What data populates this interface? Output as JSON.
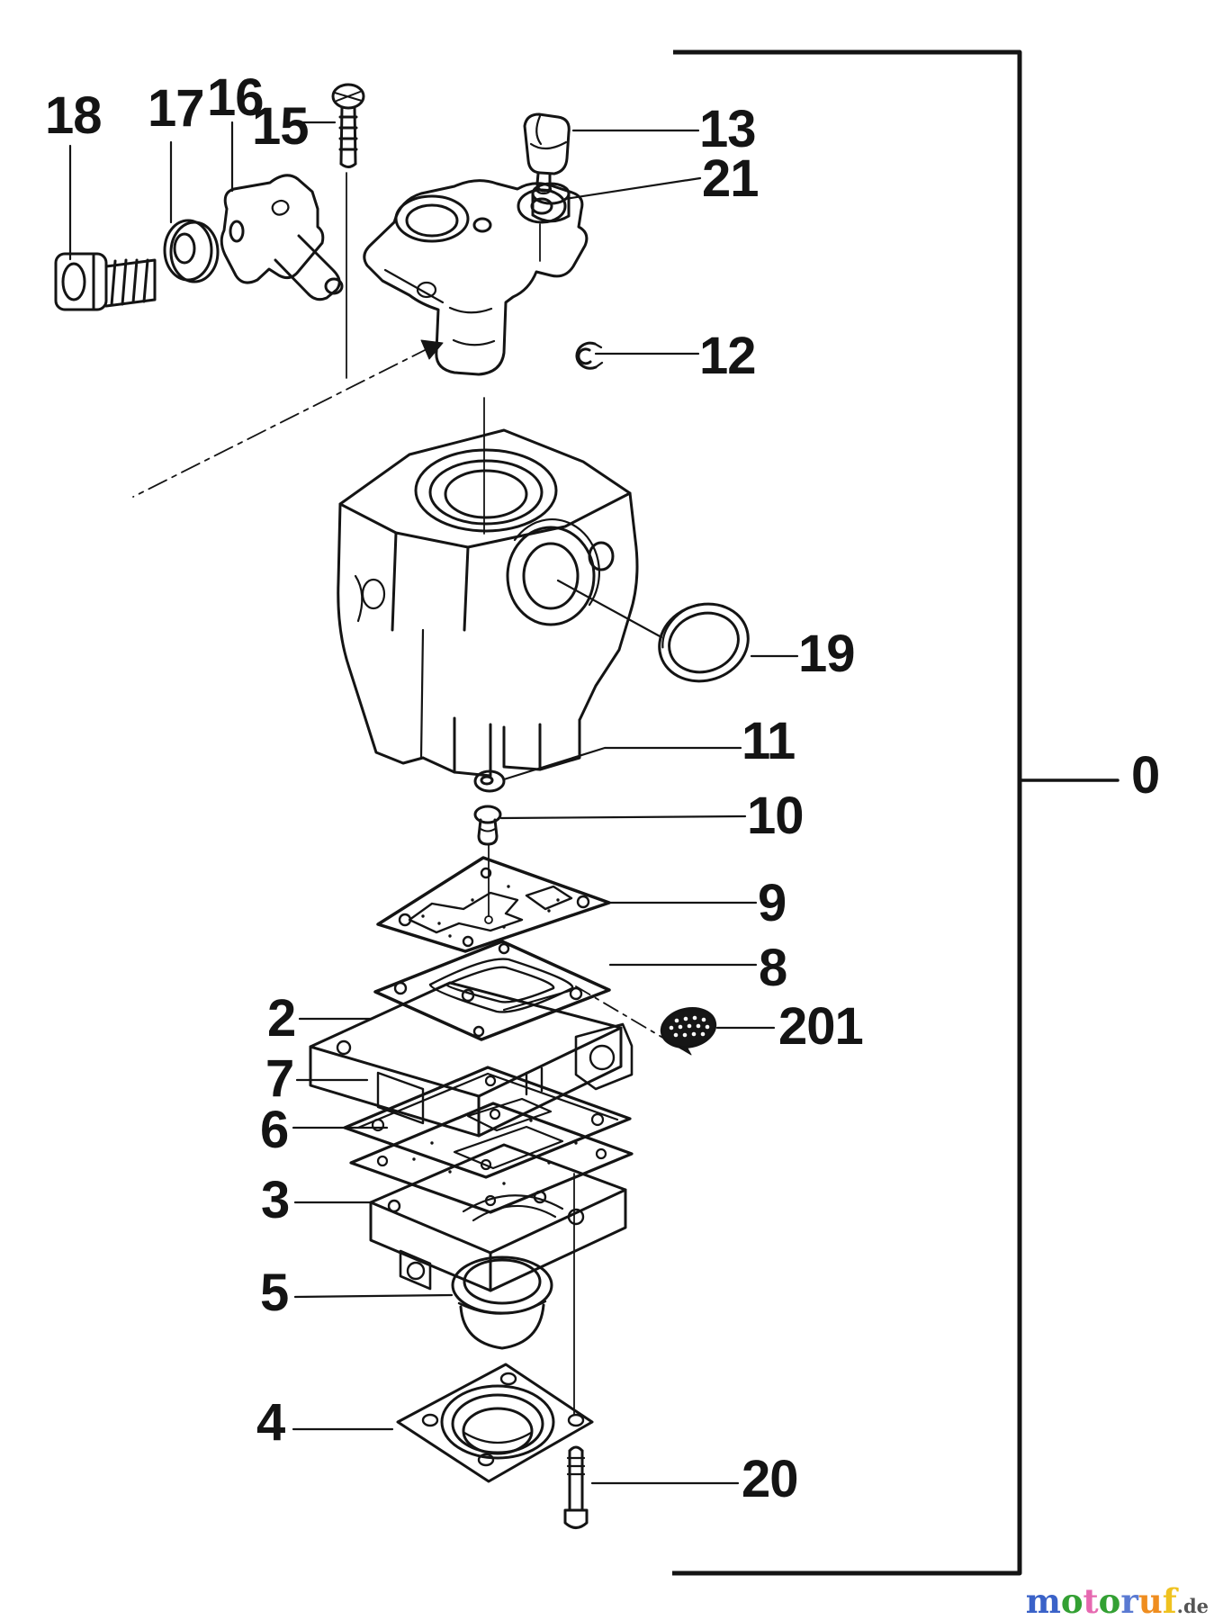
{
  "diagram": {
    "callouts": [
      {
        "id": "18",
        "label": "18"
      },
      {
        "id": "17",
        "label": "17"
      },
      {
        "id": "16",
        "label": "16"
      },
      {
        "id": "15",
        "label": "15"
      },
      {
        "id": "13",
        "label": "13"
      },
      {
        "id": "21",
        "label": "21"
      },
      {
        "id": "12",
        "label": "12"
      },
      {
        "id": "19",
        "label": "19"
      },
      {
        "id": "11",
        "label": "11"
      },
      {
        "id": "10",
        "label": "10"
      },
      {
        "id": "9",
        "label": "9"
      },
      {
        "id": "8",
        "label": "8"
      },
      {
        "id": "201",
        "label": "201"
      },
      {
        "id": "2",
        "label": "2"
      },
      {
        "id": "7",
        "label": "7"
      },
      {
        "id": "6",
        "label": "6"
      },
      {
        "id": "3",
        "label": "3"
      },
      {
        "id": "5",
        "label": "5"
      },
      {
        "id": "4",
        "label": "4"
      },
      {
        "id": "20",
        "label": "20"
      },
      {
        "id": "0",
        "label": "0"
      }
    ],
    "ink_color": "#141414",
    "background_color": "#ffffff"
  },
  "watermark": {
    "letters": [
      {
        "char": "m",
        "color": "#3a62c8"
      },
      {
        "char": "o",
        "color": "#33a033"
      },
      {
        "char": "t",
        "color": "#e668b0"
      },
      {
        "char": "o",
        "color": "#33a033"
      },
      {
        "char": "r",
        "color": "#5a7ad2"
      },
      {
        "char": "u",
        "color": "#ef8d1f"
      },
      {
        "char": "f",
        "color": "#efc21f"
      }
    ],
    "suffix": {
      "text": ".de",
      "color": "#555555"
    }
  }
}
